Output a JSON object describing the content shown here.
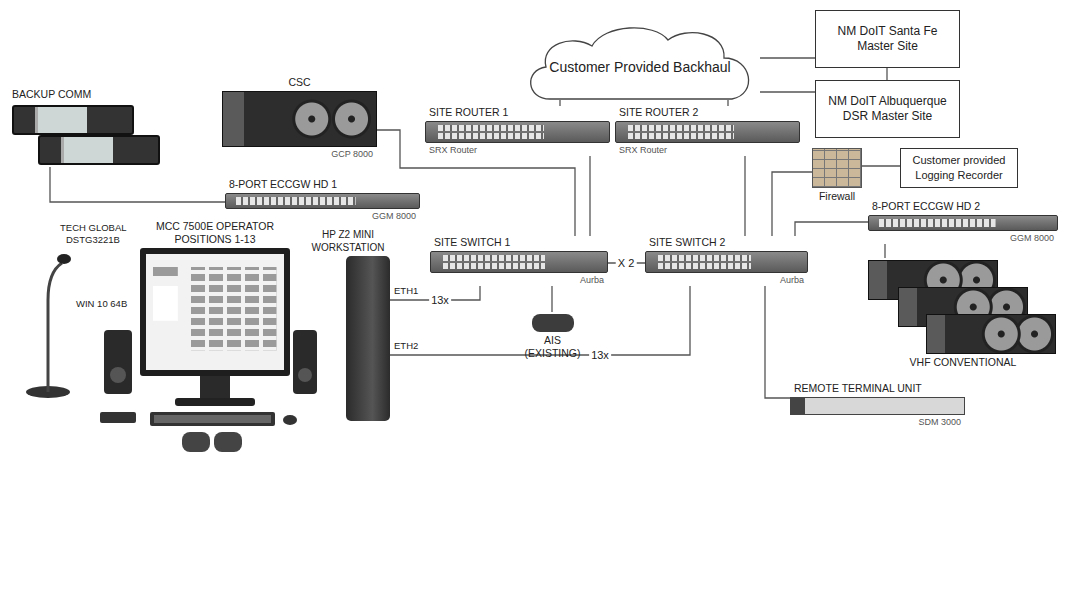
{
  "diagram": {
    "nodes": [
      {
        "text": [
          "NM DoIT Santa Fe Master Site"
        ]
      },
      {
        "text": [
          "Customer Provided Backhaul"
        ]
      },
      {
        "text": [
          "NM DoIT Albuquerque DSR Master Site"
        ]
      },
      {
        "text": [
          "BACKUP COMM"
        ]
      },
      {
        "text": [
          "CSC",
          "GCP 8000"
        ]
      },
      {
        "text": [
          "SITE ROUTER 1",
          "SRX Router"
        ]
      },
      {
        "text": [
          "SITE ROUTER 2",
          "SRX Router"
        ]
      },
      {
        "text": [
          "Firewall"
        ]
      },
      {
        "text": [
          "Customer provided Logging Recorder"
        ]
      },
      {
        "text": [
          "8-PORT ECCGW HD 1",
          "GGM 8000"
        ]
      },
      {
        "text": [
          "8-PORT ECCGW HD 2",
          "GGM 8000"
        ]
      },
      {
        "text": [
          "SITE SWITCH 1",
          "Aurba"
        ]
      },
      {
        "text": [
          "SITE SWITCH 2",
          "Aurba"
        ]
      },
      {
        "text": [
          "AIS (EXISTING)"
        ]
      },
      {
        "text": [
          "VHF CONVENTIONAL"
        ]
      },
      {
        "text": [
          "MCC 7500E OPERATOR POSITIONS 1-13"
        ]
      },
      {
        "text": [
          "HP Z2 MINI WORKSTATION"
        ]
      },
      {
        "text": [
          "REMOTE TERMINAL UNIT",
          "SDM 3000"
        ]
      }
    ],
    "edges": [
      {
        "from": 1,
        "to": 0,
        "arrow": "none"
      },
      {
        "from": 1,
        "to": 2,
        "arrow": "none"
      },
      {
        "from": 0,
        "to": 2,
        "arrow": "none"
      },
      {
        "from": 1,
        "to": 5,
        "arrow": "none"
      },
      {
        "from": 1,
        "to": 6,
        "arrow": "none"
      },
      {
        "from": 3,
        "to": 9,
        "arrow": "none"
      },
      {
        "from": 4,
        "to": 11,
        "arrow": "none"
      },
      {
        "from": 5,
        "to": 11,
        "arrow": "none"
      },
      {
        "from": 6,
        "to": 12,
        "arrow": "none"
      },
      {
        "from": 11,
        "to": 12,
        "label": "X 2",
        "arrow": "none"
      },
      {
        "from": 11,
        "to": 13,
        "arrow": "none"
      },
      {
        "from": 12,
        "to": 7,
        "arrow": "none"
      },
      {
        "from": 7,
        "to": 8,
        "arrow": "none"
      },
      {
        "from": 12,
        "to": 10,
        "arrow": "none"
      },
      {
        "from": 10,
        "to": 14,
        "arrow": "none"
      },
      {
        "from": 12,
        "to": 17,
        "arrow": "none"
      },
      {
        "from": 16,
        "to": 11,
        "label": "13x",
        "arrow": "none"
      },
      {
        "from": 16,
        "to": 12,
        "label": "13x",
        "arrow": "none"
      }
    ],
    "labels": [
      "TECH GLOBAL",
      "DSTG3221B",
      "WIN 10 64B",
      "ETH1",
      "ETH2"
    ]
  }
}
